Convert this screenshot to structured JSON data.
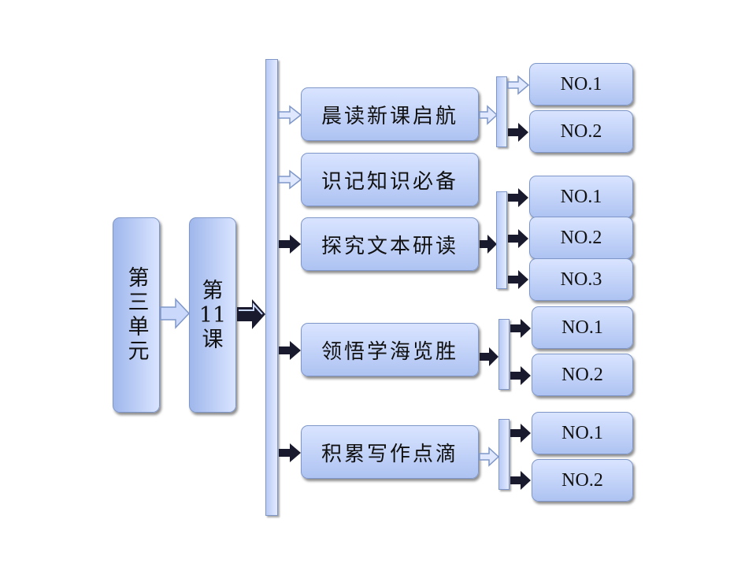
{
  "unit": {
    "label": "第三单元"
  },
  "lesson": {
    "line1": "第",
    "line2": "11",
    "line3": "课"
  },
  "sections": [
    {
      "label": "晨读新课启航",
      "items": [
        "NO.1",
        "NO.2"
      ]
    },
    {
      "label": "识记知识必备",
      "items": []
    },
    {
      "label": "探究文本研读",
      "items": [
        "NO.1",
        "NO.2",
        "NO.3"
      ]
    },
    {
      "label": "领悟学海览胜",
      "items": [
        "NO.1",
        "NO.2"
      ]
    },
    {
      "label": "积累写作点滴",
      "items": [
        "NO.1",
        "NO.2"
      ]
    }
  ],
  "colors": {
    "box_light": "#d9e4ff",
    "box_mid": "#aec3f2",
    "border": "#7f97c8",
    "arrow_dark": "#1a1a2e"
  },
  "icons": {
    "arrow_light": "hollow-right-arrow",
    "arrow_dark": "filled-right-arrow"
  }
}
